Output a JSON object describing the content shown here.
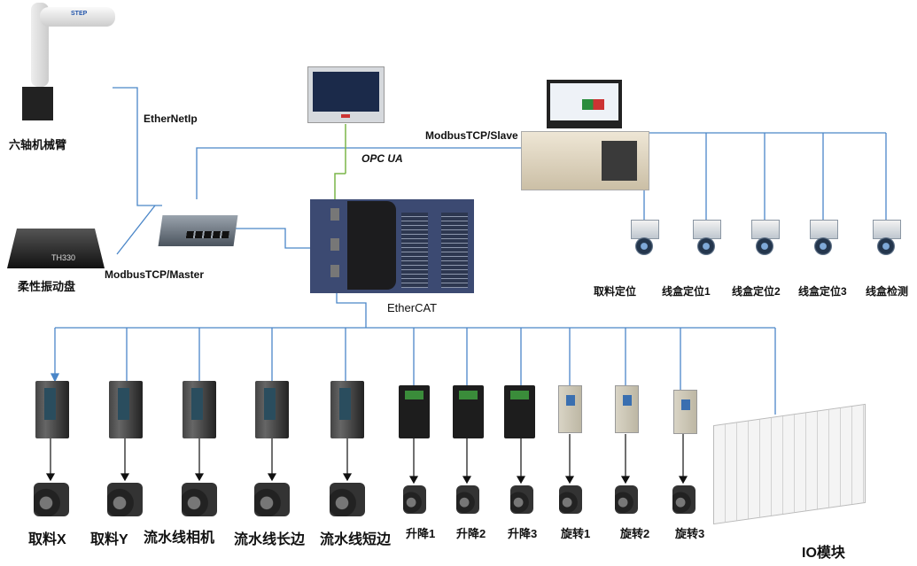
{
  "robot": {
    "label": "六轴机械臂",
    "brand": "STEP"
  },
  "vibration_plate": {
    "label": "柔性振动盘",
    "model": "TH330"
  },
  "links": {
    "ethernetip": "EtherNetIp",
    "modbus_master": "ModbusTCP/Master",
    "modbus_slave": "ModbusTCP/Slave",
    "opcua": "OPC UA",
    "ethercat": "EtherCAT"
  },
  "cameras": [
    {
      "label": "取料定位"
    },
    {
      "label": "线盒定位1"
    },
    {
      "label": "线盒定位2"
    },
    {
      "label": "线盒定位3"
    },
    {
      "label": "线盒检测"
    }
  ],
  "servo_axes": [
    {
      "label": "取料X"
    },
    {
      "label": "取料Y"
    },
    {
      "label": "流水线相机"
    },
    {
      "label": "流水线长边"
    },
    {
      "label": "流水线短边"
    }
  ],
  "stepper_axes": [
    {
      "label": "升降1"
    },
    {
      "label": "升降2"
    },
    {
      "label": "升降3"
    }
  ],
  "rotary_axes": [
    {
      "label": "旋转1"
    },
    {
      "label": "旋转2"
    },
    {
      "label": "旋转3"
    }
  ],
  "io_module": {
    "label": "IO模块"
  },
  "colors": {
    "wire": "#4a86c8",
    "opc_wire": "#7ab648"
  }
}
